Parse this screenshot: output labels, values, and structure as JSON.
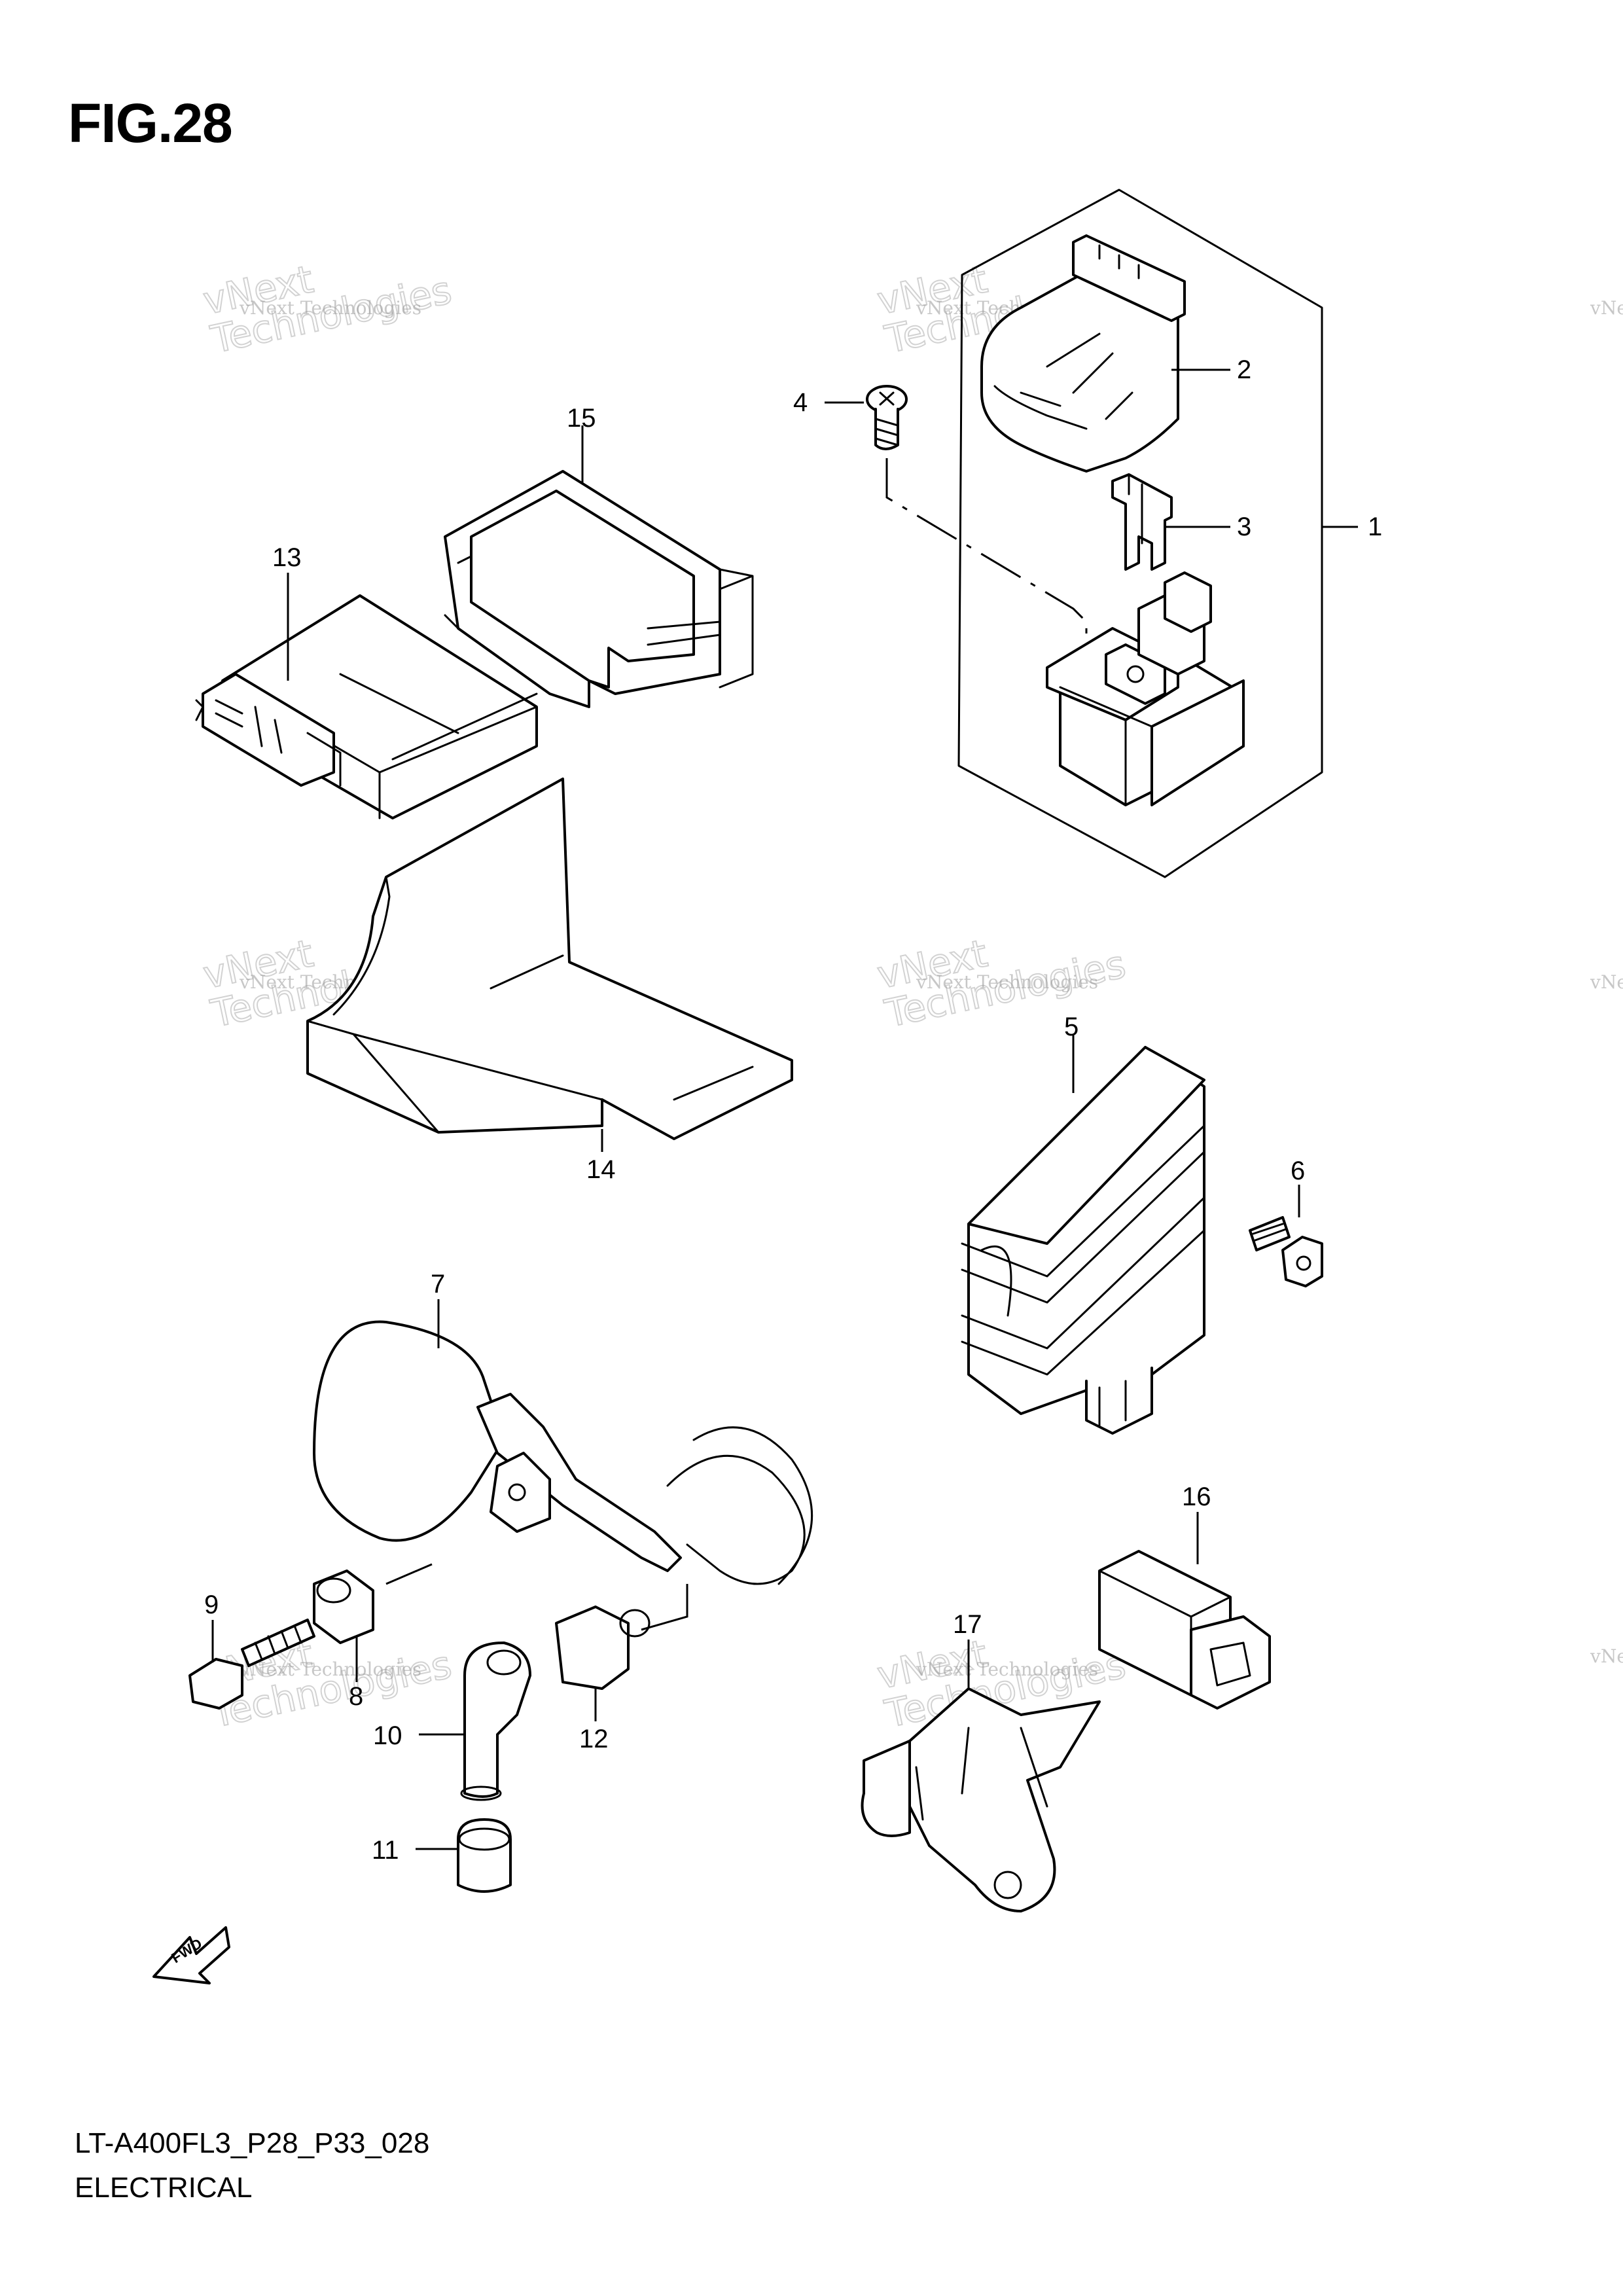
{
  "figure": {
    "title": "FIG.28",
    "model_code": "LT-A400FL3_P28_P33_028",
    "section": "ELECTRICAL"
  },
  "watermark": {
    "line1": "vNext Technologies",
    "line2": "vNext",
    "line3": "Technologies"
  },
  "fwd_label": "FWD",
  "callouts": [
    "1",
    "2",
    "3",
    "4",
    "5",
    "6",
    "7",
    "8",
    "9",
    "10",
    "11",
    "12",
    "13",
    "14",
    "15",
    "16",
    "17"
  ]
}
